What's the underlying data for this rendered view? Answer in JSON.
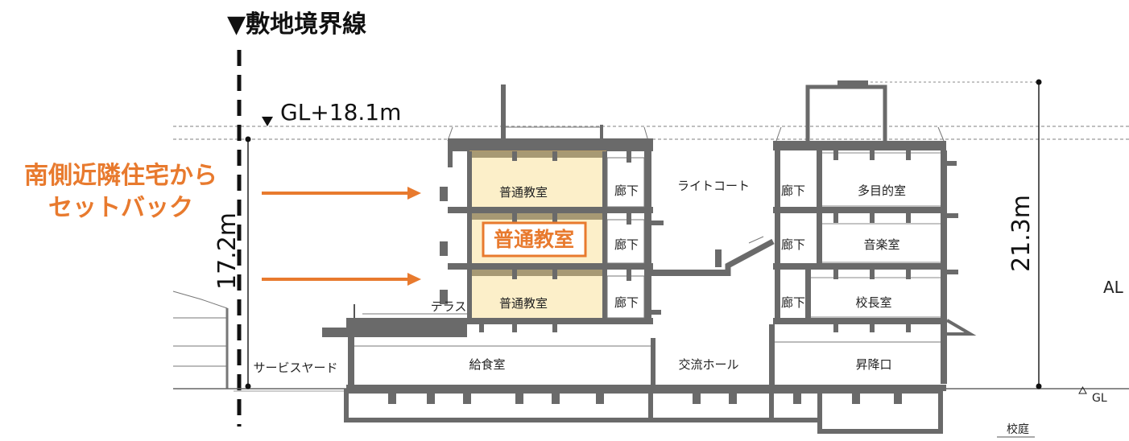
{
  "labels": {
    "site_boundary": "▼敷地境界線",
    "height_limit": "GL+18.1m",
    "setback_line1": "南側近隣住宅から",
    "setback_line2": "セットバック",
    "height_left": "17.2m",
    "height_right": "21.3m",
    "highlight_room": "普通教室",
    "al": "AL",
    "gl": "GL",
    "courtyard": "校庭"
  },
  "rooms": {
    "classroom_top": "普通教室",
    "classroom_bottom": "普通教室",
    "corridor_1": "廊下",
    "corridor_2": "廊下",
    "corridor_3": "廊下",
    "light_court": "ライトコート",
    "corridor_4": "廊下",
    "corridor_5": "廊下",
    "corridor_6": "廊下",
    "multipurpose": "多目的室",
    "music": "音楽室",
    "principal": "校長室",
    "terrace": "テラス",
    "service_yard": "サービスヤード",
    "kitchen": "給食室",
    "exchange_hall": "交流ホール",
    "entrance": "昇降口"
  },
  "colors": {
    "accent_orange": "#e87a2e",
    "classroom_fill": "#fcefc9",
    "classroom_stroke": "#b59a67",
    "structure": "#6a6a6a"
  }
}
